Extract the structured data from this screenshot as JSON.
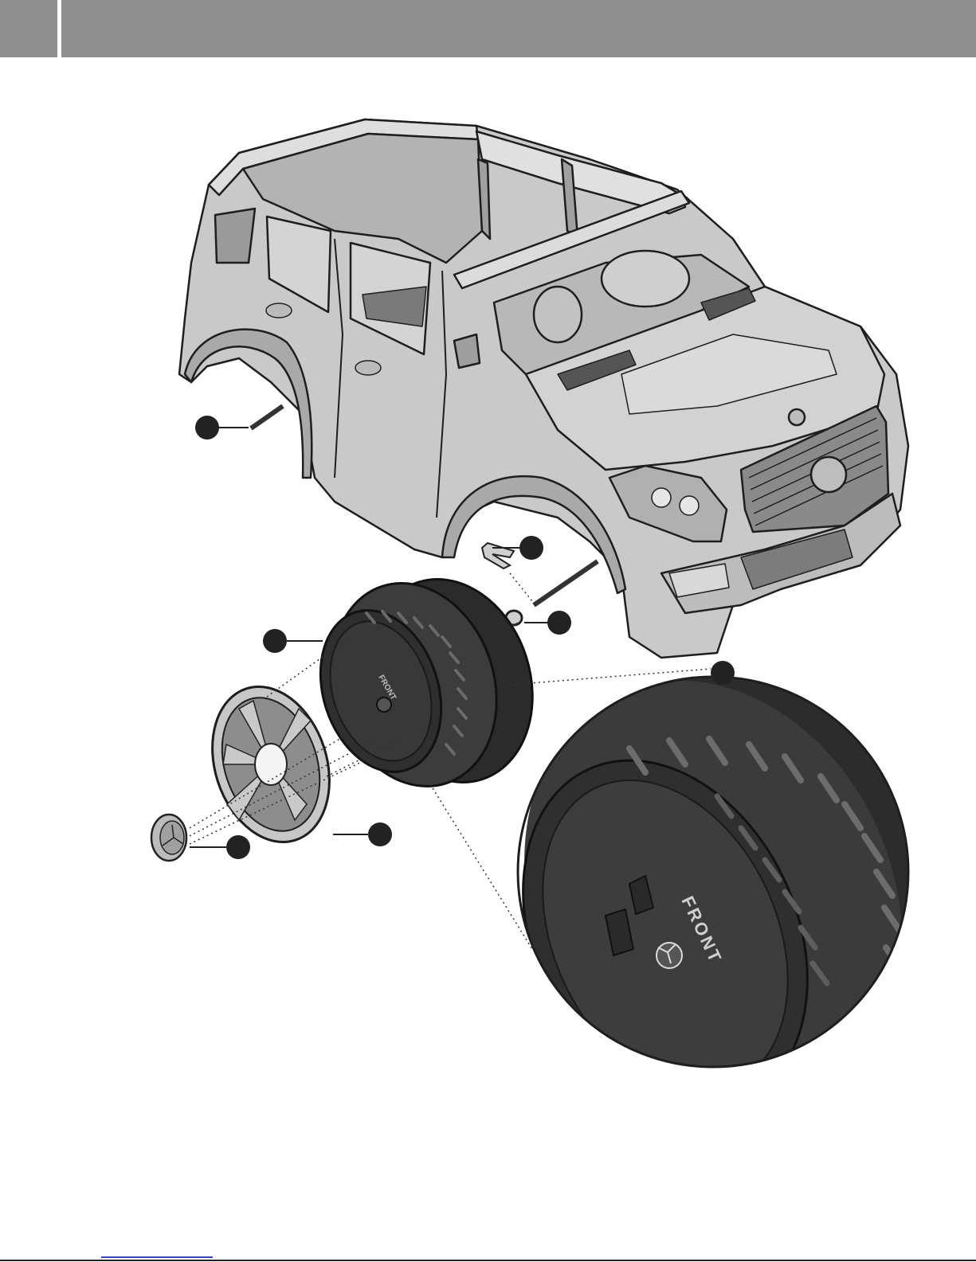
{
  "header": {
    "tab_color": "#8f8f8f",
    "bar_color": "#8f8f8f"
  },
  "illustration": {
    "wheel_label": "FRONT",
    "zoom_label": "FRONT",
    "callouts": [
      {
        "id": "axle-rear"
      },
      {
        "id": "hairpin-cotter"
      },
      {
        "id": "washer"
      },
      {
        "id": "wheel"
      },
      {
        "id": "wheel-zoom"
      },
      {
        "id": "hubcap-rim"
      },
      {
        "id": "hub-cap"
      }
    ]
  },
  "colors": {
    "body": "#c9c9c9",
    "body_shadow": "#a8a8a8",
    "tire": "#3a3a3a",
    "tire_dark": "#252525",
    "callout": "#222222"
  }
}
